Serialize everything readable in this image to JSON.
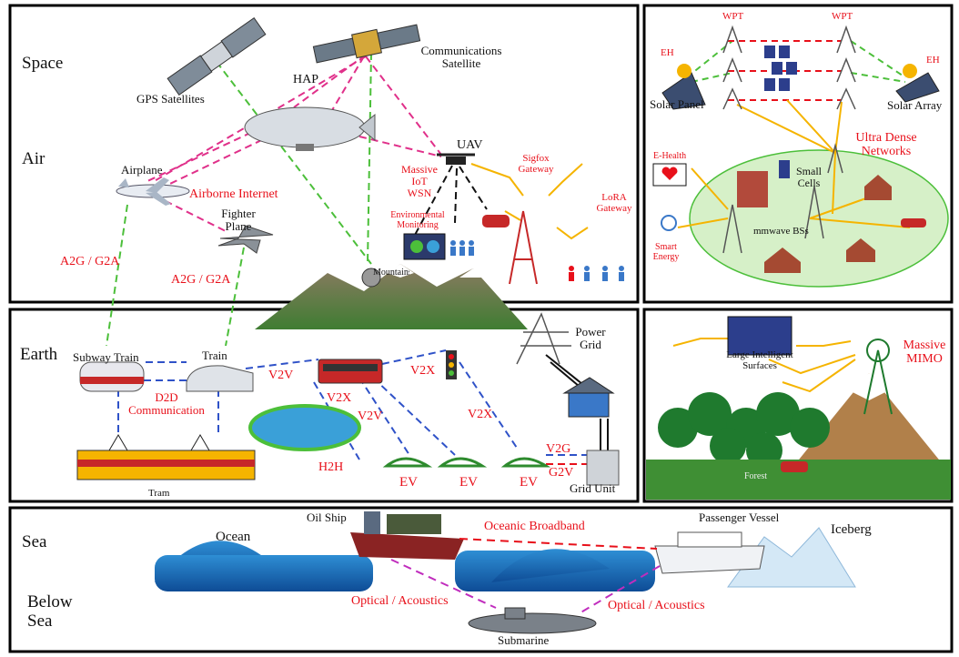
{
  "layers": {
    "space": "Space",
    "air": "Air",
    "earth": "Earth",
    "sea": "Sea",
    "below_sea": "Below Sea"
  },
  "space_air": {
    "gps": "GPS Satellites",
    "comm_sat": "Communications Satellite",
    "hap": "HAP",
    "uav": "UAV",
    "airplane": "Airplane",
    "fighter": "Fighter Plane",
    "airborne_internet": "Airborne Internet",
    "a2g_left": "A2G / G2A",
    "a2g_right": "A2G / G2A",
    "massive_iot": "Massive IoT WSN",
    "env_monitoring": "Environmental Monitoring",
    "sigfox": "Sigfox Gateway",
    "lora": "LoRA Gateway",
    "mountains": "Mountains"
  },
  "earth": {
    "subway": "Subway Train",
    "train": "Train",
    "d2d": "D2D Communication",
    "tram": "Tram",
    "v2v_1": "V2V",
    "v2v_2": "V2V",
    "v2x_1": "V2X",
    "v2x_2": "V2X",
    "v2x_3": "V2X",
    "h2h": "H2H",
    "ev_1": "EV",
    "ev_2": "EV",
    "ev_3": "EV",
    "v2g": "V2G",
    "g2v": "G2V",
    "power_grid": "Power Grid",
    "grid_unit": "Grid Unit"
  },
  "udn": {
    "wpt_1": "WPT",
    "wpt_2": "WPT",
    "eh_1": "EH",
    "eh_2": "EH",
    "solar_panel": "Solar Panel",
    "solar_array": "Solar Array",
    "ultra_dense": "Ultra Dense Networks",
    "e_health": "E-Health",
    "small_cells": "Small Cells",
    "mmwave": "mmwave BSs",
    "smart_energy": "Smart Energy"
  },
  "lis": {
    "lis": "Large Intelligent Surfaces",
    "massive_mimo": "Massive MIMO",
    "forest": "Forest"
  },
  "sea": {
    "ocean": "Ocean",
    "oil_ship": "Oil Ship",
    "oceanic_broadband": "Oceanic Broadband",
    "passenger_vessel": "Passenger Vessel",
    "iceberg": "Iceberg",
    "optical_left": "Optical / Acoustics",
    "optical_right": "Optical / Acoustics",
    "submarine": "Submarine"
  },
  "colors": {
    "pink_link": "#e0308a",
    "green_link": "#4cbf3a",
    "blue_link": "#2f52c8",
    "red_link": "#e8101a",
    "black_link": "#111111",
    "yellow_link": "#f5b400",
    "label_red": "#e8101a"
  }
}
